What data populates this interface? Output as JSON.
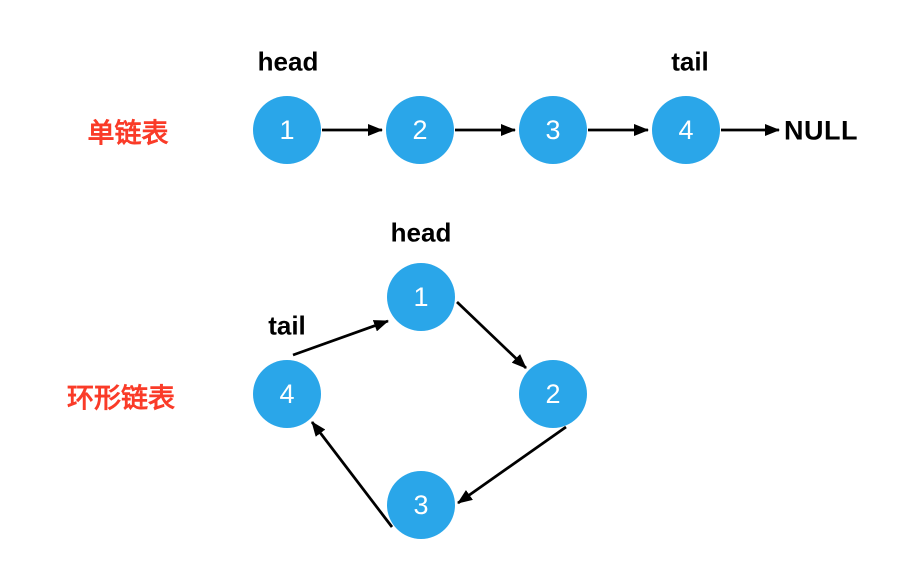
{
  "diagram": {
    "colors": {
      "background": "#FFFFFF",
      "node_fill": "#2AA6E9",
      "node_text": "#FFFFFF",
      "title_red": "#FA3B28",
      "label_black": "#000000",
      "arrow": "#000000"
    },
    "singly": {
      "title": "单链表",
      "head_label": "head",
      "tail_label": "tail",
      "null_label": "NULL",
      "nodes": [
        "1",
        "2",
        "3",
        "4"
      ],
      "edges": [
        "1→2",
        "2→3",
        "3→4",
        "4→NULL"
      ]
    },
    "circular": {
      "title": "环形链表",
      "head_label": "head",
      "tail_label": "tail",
      "nodes": [
        "1",
        "2",
        "3",
        "4"
      ],
      "edges": [
        "1→2",
        "2→3",
        "3→4",
        "4→1"
      ]
    }
  }
}
